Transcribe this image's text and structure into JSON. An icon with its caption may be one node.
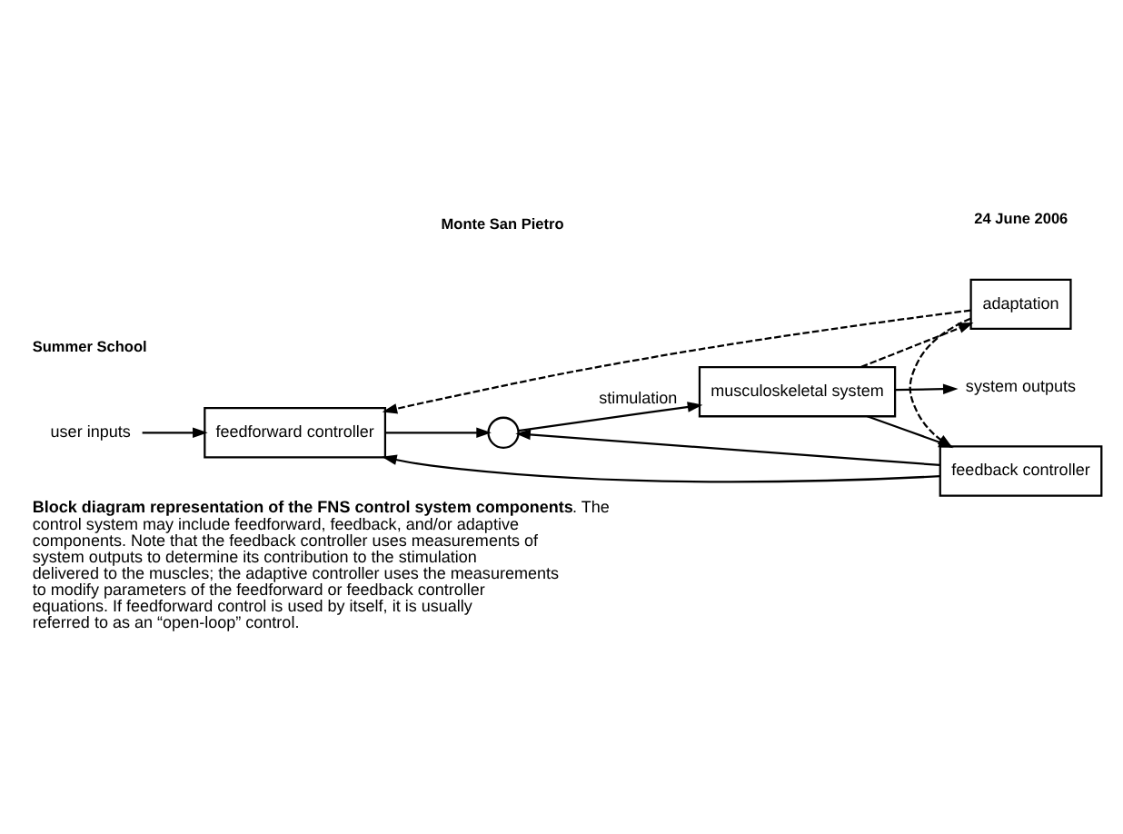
{
  "diagram": {
    "caption": "**Block diagram representation of the FNS control system components**. The control system may include feedforward, feedback, and/or adaptive components. Note that the feedback controller uses measurements of system outputs to determine its contribution to the stimulation delivered to the muscles; the adaptive controller uses the measurements to modify parameters of the feedforward or feedback controller equations. If feedforward control is used by itself, it is usually referred to as an “open-loop” control.",
    "nodes": [
      {
        "text": [
          "user inputs"
        ]
      },
      {
        "text": [
          "feedforward controller"
        ]
      },
      {
        "text": [],
        "shape": "circle"
      },
      {
        "text": [
          "musculoskeletal system"
        ]
      },
      {
        "text": [
          "system outputs"
        ]
      },
      {
        "text": [
          "feedback controller"
        ]
      },
      {
        "text": [
          "adaptation"
        ]
      }
    ],
    "edges": [
      {
        "from": 0,
        "to": 1,
        "arrow": "to"
      },
      {
        "from": 1,
        "to": 2,
        "arrow": "to"
      },
      {
        "from": 2,
        "to": 3,
        "arrow": "to",
        "label": "stimulation"
      },
      {
        "from": 3,
        "to": 4,
        "arrow": "to"
      },
      {
        "from": 3,
        "to": 5,
        "arrow": "to"
      },
      {
        "from": 5,
        "to": 2,
        "arrow": "to"
      },
      {
        "from": 5,
        "to": 1,
        "arrow": "to"
      },
      {
        "from": 3,
        "to": 6,
        "arrow": "to",
        "style": "dashed"
      },
      {
        "from": 6,
        "to": 1,
        "arrow": "to",
        "style": "dashed"
      },
      {
        "from": 6,
        "to": 5,
        "arrow": "to",
        "style": "dashed"
      }
    ],
    "labels": [
      "Summer School",
      "Monte San Pietro",
      "24 June 2006"
    ]
  }
}
